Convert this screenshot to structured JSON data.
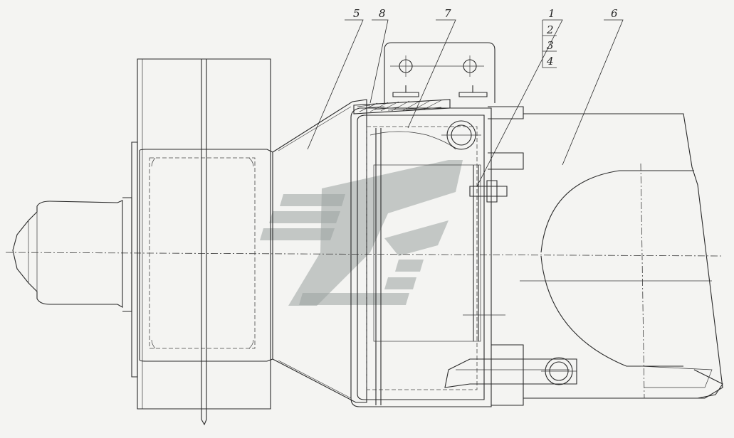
{
  "callouts": {
    "c1": "1",
    "c2": "2",
    "c3": "3",
    "c4": "4",
    "c5": "5",
    "c6": "6",
    "c7": "7",
    "c8": "8"
  },
  "colors": {
    "background": "#f4f4f2",
    "line": "#2a2a2a",
    "watermark": "#9aa3a0"
  }
}
